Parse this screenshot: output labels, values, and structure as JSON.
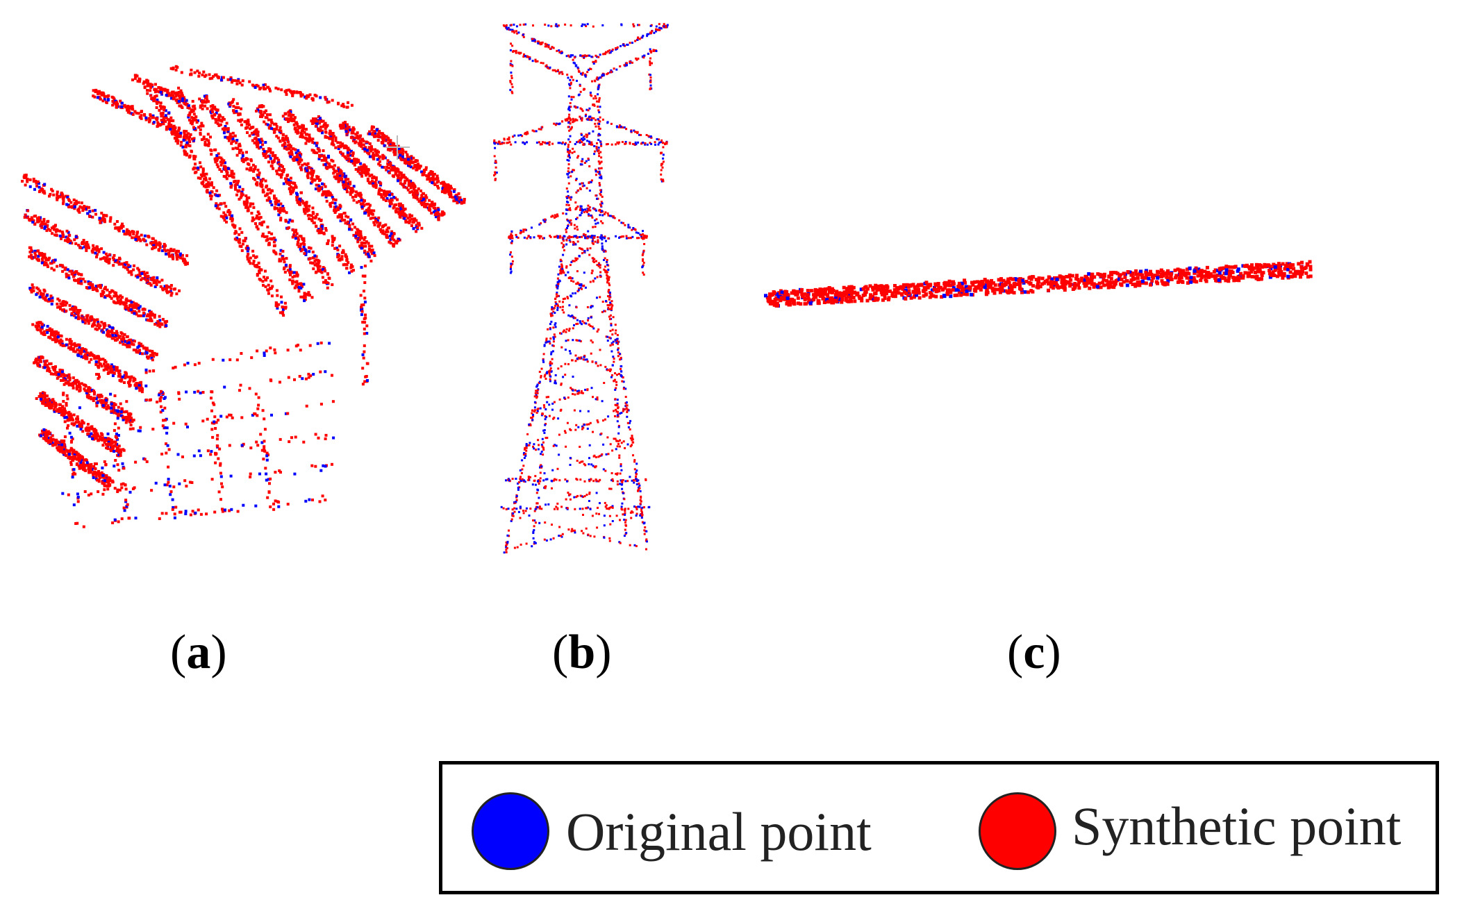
{
  "panels": [
    {
      "id": "a",
      "label_open": "(",
      "label_letter": "a",
      "label_close": ")"
    },
    {
      "id": "b",
      "label_open": "(",
      "label_letter": "b",
      "label_close": ")"
    },
    {
      "id": "c",
      "label_open": "(",
      "label_letter": "c",
      "label_close": ")"
    }
  ],
  "legend": {
    "items": [
      {
        "label": "Original point",
        "color": "#0000ff"
      },
      {
        "label": "Synthetic point",
        "color": "#ff0000"
      }
    ]
  },
  "colors": {
    "original": "#0000ff",
    "synthetic": "#ff0000",
    "blend": "#8040c0"
  }
}
